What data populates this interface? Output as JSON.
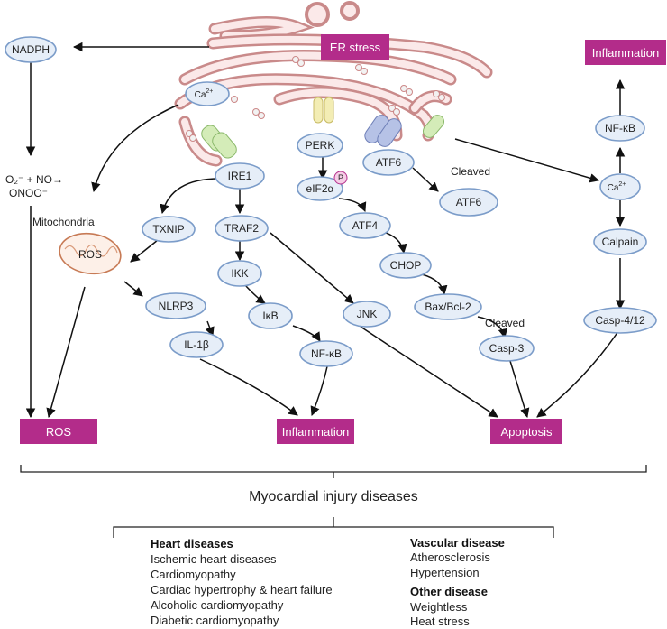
{
  "title_box": "ER stress",
  "nodes": {
    "nadph": "NADPH",
    "ca_er": "Ca",
    "ca_er_sup": "2+",
    "perk": "PERK",
    "eif2a": "eIF2α",
    "phospho": "P",
    "atf6_er": "ATF6",
    "atf6_cleaved": "ATF6",
    "ire1": "IRE1",
    "txnip": "TXNIP",
    "traf2": "TRAF2",
    "atf4": "ATF4",
    "chop": "CHOP",
    "ikk": "IKK",
    "ikb": "IκB",
    "nfkb_mid": "NF-κB",
    "nlrp3": "NLRP3",
    "il1b": "IL-1β",
    "jnk": "JNK",
    "baxbcl2": "Bax/Bcl-2",
    "casp3": "Casp-3",
    "nfkb_right": "NF-κB",
    "ca_right": "Ca",
    "ca_right_sup": "2+",
    "calpain": "Calpain",
    "casp412": "Casp-4/12"
  },
  "labels": {
    "ros_formula_line1": "O₂⁻ + NO→",
    "ros_formula_line2": "ONOO⁻",
    "mitochondria": "Mitochondria",
    "ros_mito": "ROS",
    "cleaved_1": "Cleaved",
    "cleaved_2": "Cleaved"
  },
  "outcomes": {
    "ros": "ROS",
    "inflammation_mid": "Inflammation",
    "apoptosis": "Apoptosis",
    "inflammation_top": "Inflammation"
  },
  "summary_title": "Myocardial injury diseases",
  "disease_groups": {
    "heart": {
      "heading": "Heart diseases",
      "items": [
        "Ischemic heart diseases",
        "Cardiomyopathy",
        "Cardiac hypertrophy & heart failure",
        "Alcoholic cardiomyopathy",
        "Diabetic cardiomyopathy"
      ]
    },
    "vascular": {
      "heading": "Vascular disease",
      "items": [
        "Atherosclerosis",
        "Hypertension"
      ]
    },
    "other": {
      "heading": "Other disease",
      "items": [
        "Weightless",
        "Heat stress"
      ]
    }
  },
  "colors": {
    "magenta": "#b32c8a",
    "node_fill": "#e6eef8",
    "node_stroke": "#7b9cc9",
    "er_membrane": "#c98a8a"
  }
}
